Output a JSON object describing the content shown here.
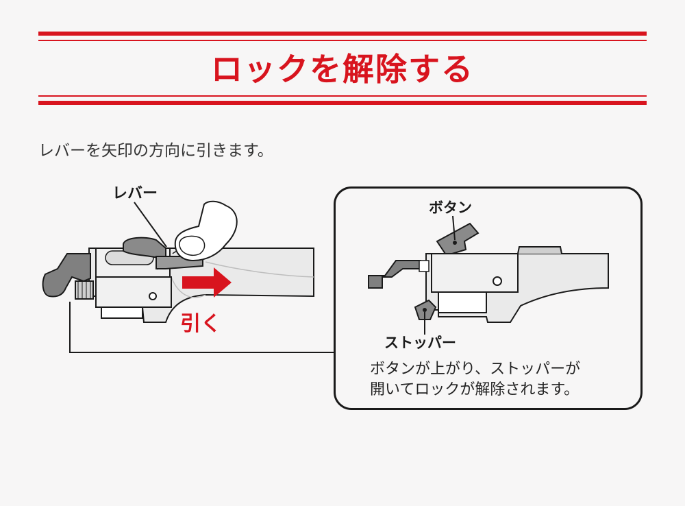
{
  "header": {
    "title": "ロックを解除する",
    "accent_color": "#d8141e"
  },
  "instruction": "レバーを矢印の方向に引きます。",
  "main_figure": {
    "lever_label": "レバー",
    "pull_label": "引く",
    "arrow_icon": "right-arrow-icon",
    "hand_icon": "finger-icon"
  },
  "detail": {
    "button_label": "ボタン",
    "stopper_label": "ストッパー",
    "caption_lines": [
      "ボタンが上がり、ストッパーが",
      "開いてロックが解除されます。"
    ]
  }
}
